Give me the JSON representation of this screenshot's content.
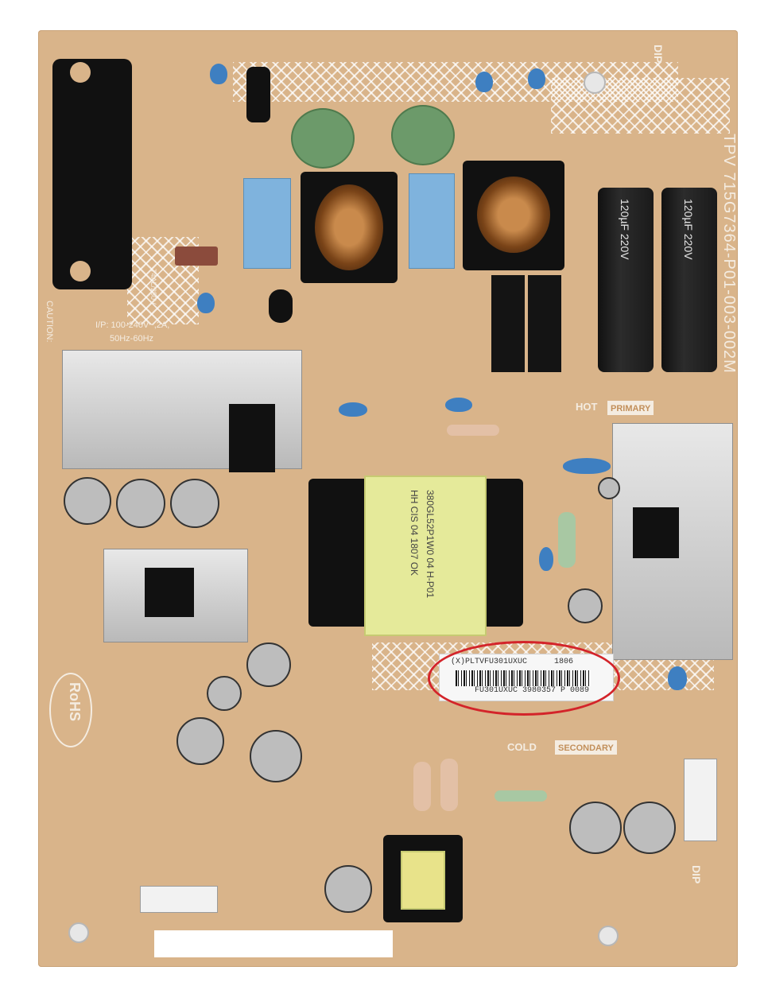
{
  "pcb": {
    "model_code": "TPV 715G7364-P01-003-002M",
    "hot_label": "HOT",
    "primary_label": "PRIMARY",
    "cold_label": "COLD",
    "secondary_label": "SECONDARY",
    "rohs_label": "RoHS",
    "dip_label": "DIP",
    "input_rating_line1": "I/P: 100-240V~,2A,",
    "input_rating_line2": "50Hz-60Hz",
    "caution_label": "CAUTION:",
    "fuse_label": "T4AL/250V",
    "cap_marking": "120µF 220V"
  },
  "transformer": {
    "line1": "380GL52P1W0 04 H-P01",
    "line2": "HH CIS 04 1807 OK"
  },
  "label_sticker": {
    "line1_left": "(X)PLTVFU301UXUC",
    "line1_right": "1806",
    "line2": "FU301UXUC 3980357 P 0089"
  },
  "highlight": {
    "color": "#d3242a"
  }
}
